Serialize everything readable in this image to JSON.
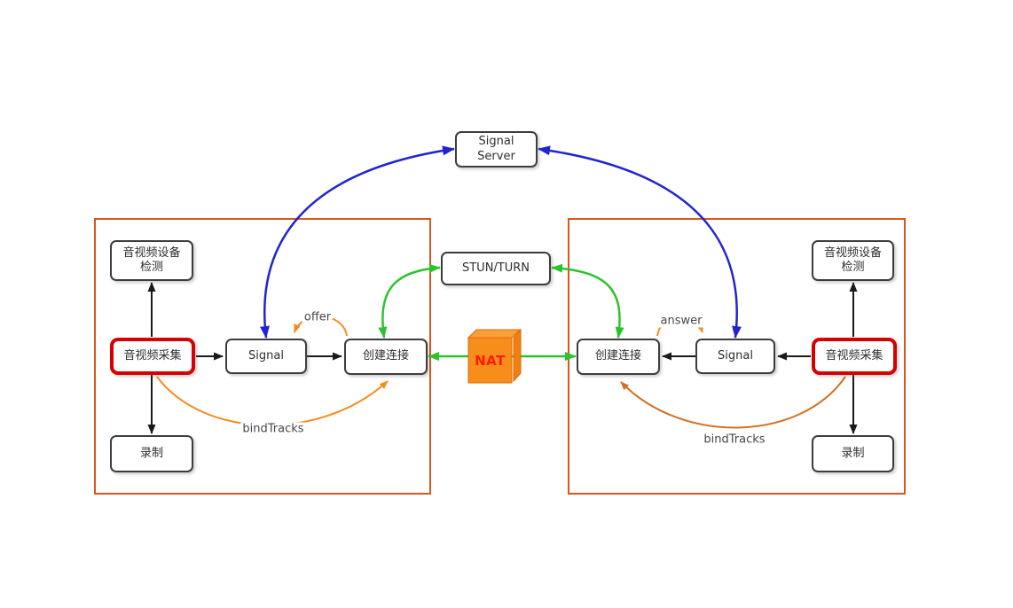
{
  "diagram": {
    "title": "WebRTC connection flow diagram",
    "nodes": {
      "signal_server": "Signal\nServer",
      "stun_turn": "STUN/TURN",
      "nat": "NAT",
      "left_device_check": "音视频设备\n检测",
      "left_capture": "音视频采集",
      "left_signal": "Signal",
      "left_create": "创建连接",
      "left_record": "录制",
      "right_create": "创建连接",
      "right_signal": "Signal",
      "right_capture": "音视频采集",
      "right_device_check": "音视频设备\n检测",
      "right_record": "录制"
    },
    "labels": {
      "offer": "offer",
      "answer": "answer",
      "bind_tracks_left": "bindTracks",
      "bind_tracks_right": "bindTracks"
    },
    "colors": {
      "signal_arrow": "#2323d2",
      "media_arrow": "#2cc32c",
      "sdp_arrow": "#f78c1e",
      "bind_arrow_right": "#cf7326",
      "black_arrow": "#1a1a1a",
      "container_border": "#d9561d",
      "highlight_border": "#d60000",
      "nat_front": "#f78e1c",
      "nat_top": "#f9a03c",
      "nat_side": "#f17f10",
      "nat_text": "#ff1a00"
    }
  }
}
